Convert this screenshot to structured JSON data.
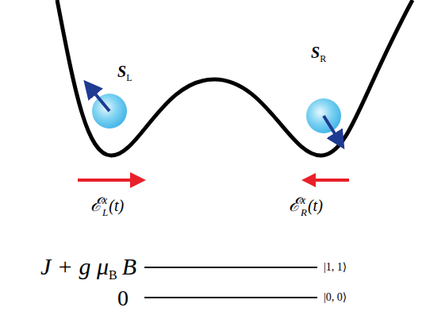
{
  "diagram": {
    "labels": [
      "S",
      "L",
      "S",
      "R",
      "ℰ",
      "x",
      "L",
      "(t)",
      "ℰ",
      "x",
      "R",
      "(t)",
      "J + g μ",
      "B",
      "B",
      "|1, 1⟩",
      "0",
      "|0, 0⟩"
    ]
  }
}
